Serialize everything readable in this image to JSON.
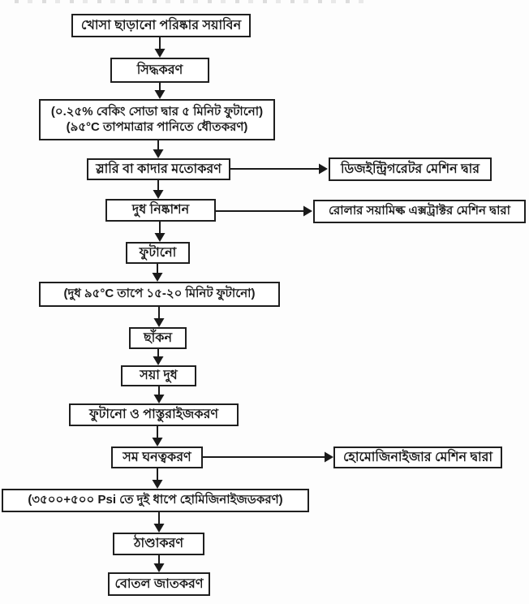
{
  "figure": {
    "kind": "flowchart",
    "script": "Bengali",
    "colors": {
      "ink": "#1a1a1a",
      "box_fill": "#ffffff",
      "background": "#fdfdfd"
    }
  },
  "flowchart": {
    "main_steps": [
      {
        "label": "খোসা ছাড়ানো পরিষ্কার সয়াবিন"
      },
      {
        "label": "সিদ্ধকরণ"
      },
      {
        "line1": "(০.২৫% বেকিং সোডা দ্বার ৫ মিনিট ফুটানো)",
        "line2": "(৯৫°C তাপমাত্রার পানিতে ধৌতকরণ)"
      },
      {
        "label": "স্লারি বা কাদার মতোকরণ"
      },
      {
        "label": "দুধ নিষ্কাশন"
      },
      {
        "label": "ফুটানো"
      },
      {
        "label": "(দুধ ৯৫°C তাপে ১৫-২০ মিনিট ফুটানো)"
      },
      {
        "label": "ছাঁকন"
      },
      {
        "label": "সয়া দুধ"
      },
      {
        "label": "ফুটানো ও পাস্তুরাইজকরণ"
      },
      {
        "label": "সম ঘনত্বকরণ"
      },
      {
        "label": "(৩৫০০+৫০০ Psi তে দুই ধাপে হোমিজিনাইজডকরণ)"
      },
      {
        "label": "ঠাণ্ডাকরণ"
      },
      {
        "label": "বোতল জাতকরণ"
      }
    ],
    "side_notes": [
      {
        "label": "ডিজইন্ট্রিগরেটর মেশিন দ্বার",
        "attached_to": "স্লারি বা কাদার মতোকরণ"
      },
      {
        "label": "রোলার সয়ামিল্ক এক্সট্রাক্টর মেশিন দ্বারা",
        "attached_to": "দুধ নিষ্কাশন"
      },
      {
        "label": "হোমোজিনাইজার মেশিন দ্বারা",
        "attached_to": "সম ঘনত্বকরণ"
      }
    ]
  }
}
